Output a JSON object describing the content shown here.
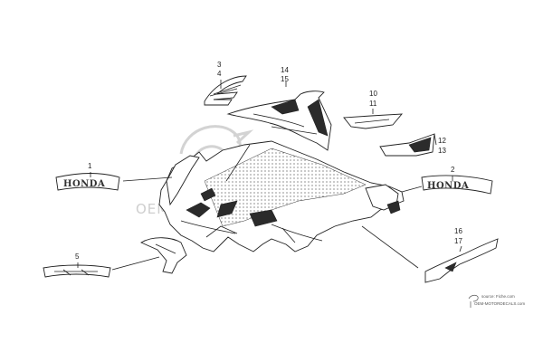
{
  "callouts": [
    {
      "id": "c1",
      "text": "1"
    },
    {
      "id": "c2",
      "text": "2"
    },
    {
      "id": "c3",
      "text": "3"
    },
    {
      "id": "c4",
      "text": "4"
    },
    {
      "id": "c5",
      "text": "5"
    },
    {
      "id": "c10",
      "text": "10"
    },
    {
      "id": "c11",
      "text": "11"
    },
    {
      "id": "c12",
      "text": "12"
    },
    {
      "id": "c13",
      "text": "13"
    },
    {
      "id": "c14",
      "text": "14"
    },
    {
      "id": "c15",
      "text": "15"
    },
    {
      "id": "c16",
      "text": "16"
    },
    {
      "id": "c17",
      "text": "17"
    }
  ],
  "decals": {
    "left_brand": "HONDA",
    "right_brand": "HONDA"
  },
  "watermark": {
    "text": "OEMMOTORDECALS.com"
  },
  "source": {
    "line1": "source: Fiche.com",
    "line2": "OEM-MOTORDECALS.com"
  }
}
